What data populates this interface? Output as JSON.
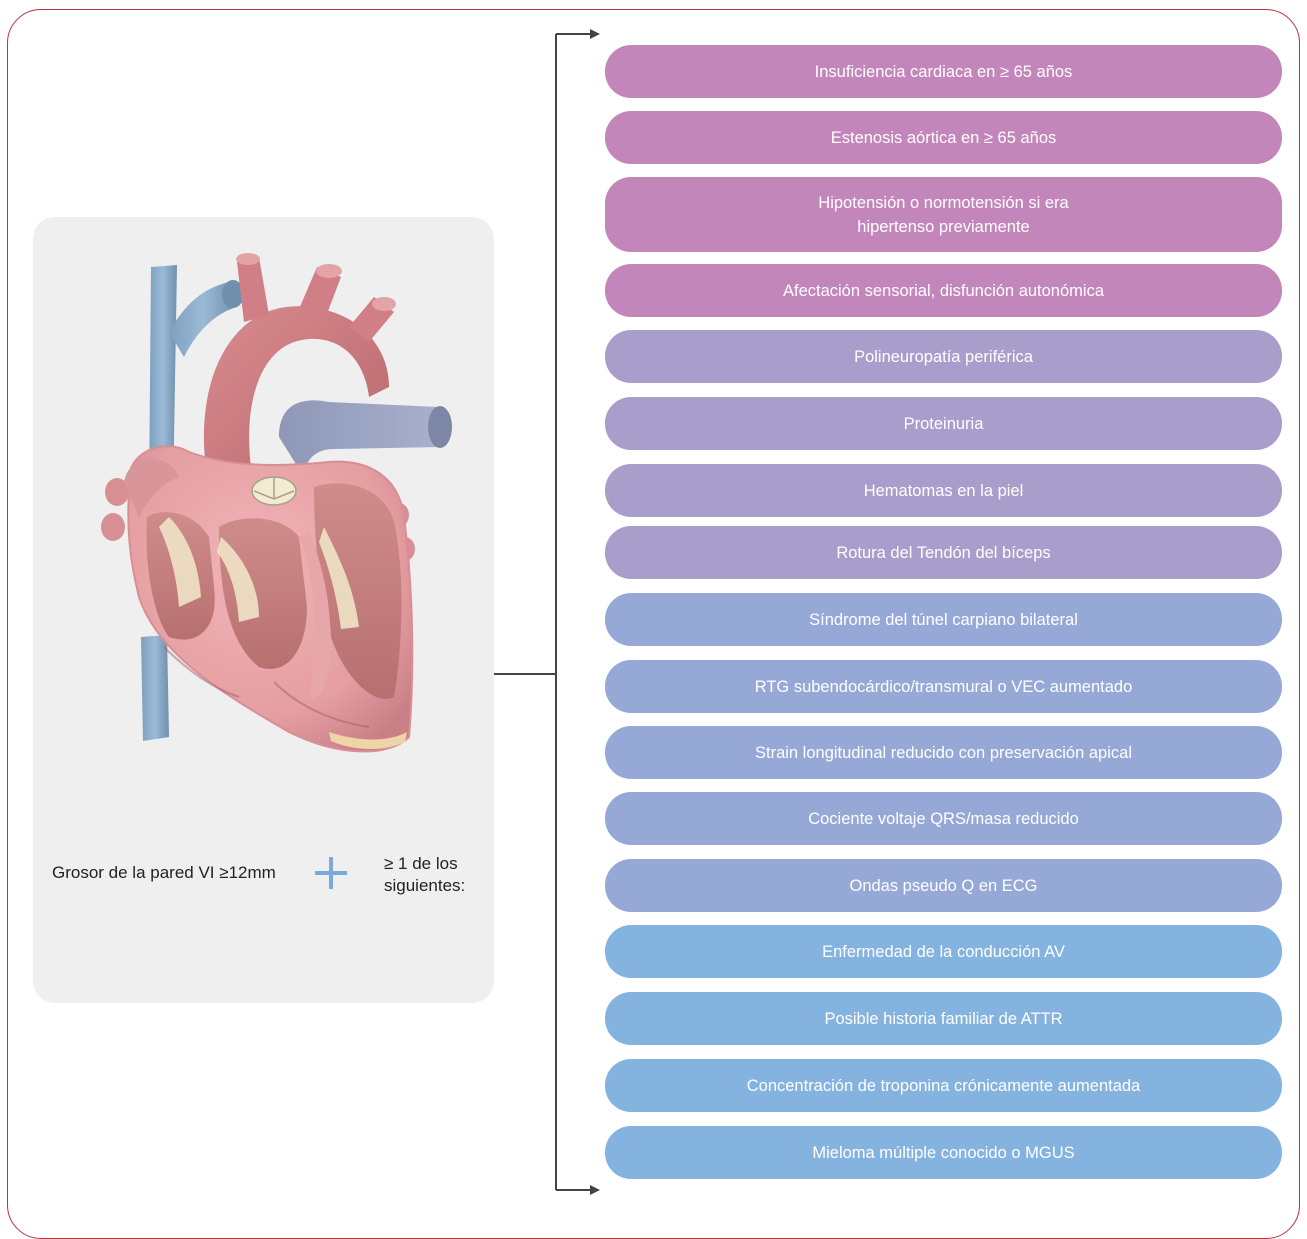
{
  "colors": {
    "frame_border": "#b8323f",
    "left_card_bg": "#efefef",
    "plus": "#7aa9dc",
    "connector": "#444444",
    "pill_magenta": "#c386bb",
    "pill_lavender": "#a99dcc",
    "pill_periwinkle": "#96a9d6",
    "pill_blue": "#84b3e0"
  },
  "left_panel": {
    "image": "heart-anatomy-illustration",
    "criterion": "Grosor de la pared VI ≥12mm",
    "plus_icon": "plus-icon",
    "following": "≥ 1 de los\nsiguientes:"
  },
  "criteria": [
    {
      "text": "Insuficiencia cardiaca en ≥ 65 años",
      "color": "#c386bb"
    },
    {
      "text": "Estenosis aórtica en ≥ 65 años",
      "color": "#c386bb"
    },
    {
      "text": "Hipotensión o normotensión si era\nhipertenso previamente",
      "color": "#c386bb"
    },
    {
      "text": "Afectación sensorial, disfunción autonómica",
      "color": "#c386bb"
    },
    {
      "text": "Polineuropatía periférica",
      "color": "#a99dcc"
    },
    {
      "text": "Proteinuria",
      "color": "#a99dcc"
    },
    {
      "text": "Hematomas en la piel",
      "color": "#a99dcc"
    },
    {
      "text": "Rotura del Tendón del bíceps",
      "color": "#a99dcc"
    },
    {
      "text": "Síndrome del túnel carpiano bilateral",
      "color": "#96a9d6"
    },
    {
      "text": "RTG subendocárdico/transmural o VEC aumentado",
      "color": "#96a9d6"
    },
    {
      "text": "Strain longitudinal reducido con preservación apical",
      "color": "#96a9d6"
    },
    {
      "text": "Cociente voltaje QRS/masa reducido",
      "color": "#96a9d6"
    },
    {
      "text": "Ondas pseudo Q en ECG",
      "color": "#96a9d6"
    },
    {
      "text": "Enfermedad de la conducción AV",
      "color": "#84b3e0"
    },
    {
      "text": "Posible historia familiar de ATTR",
      "color": "#84b3e0"
    },
    {
      "text": "Concentración de troponina crónicamente aumentada",
      "color": "#84b3e0"
    },
    {
      "text": "Mieloma múltiple conocido o MGUS",
      "color": "#84b3e0"
    }
  ]
}
